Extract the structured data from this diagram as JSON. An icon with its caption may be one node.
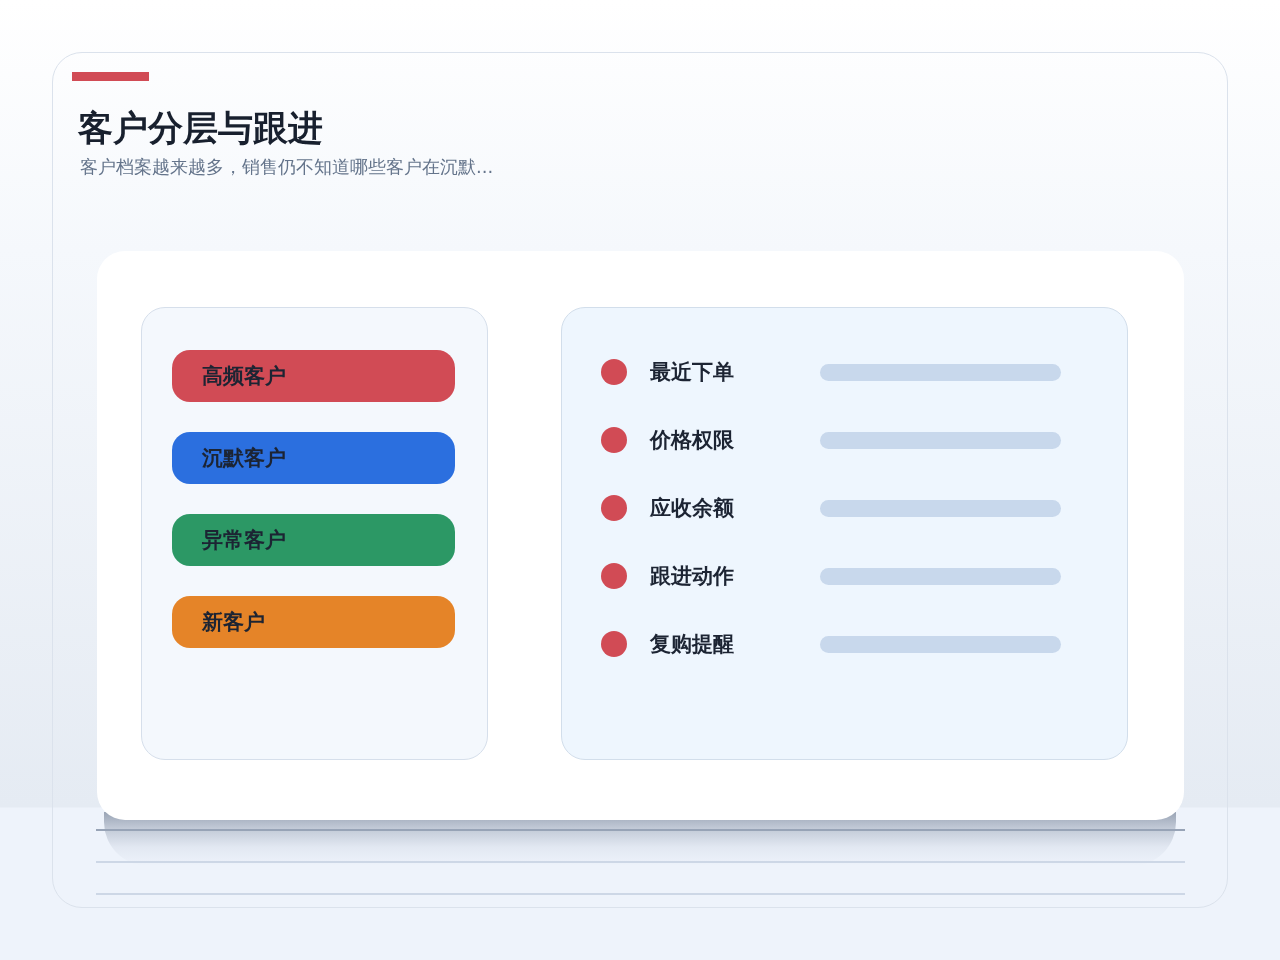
{
  "diagram": {
    "title": "客户分层与跟进",
    "nodes": [
      {
        "text": [],
        "shape": "box"
      },
      {
        "text": [],
        "shape": "box",
        "in": 0
      },
      {
        "text": [],
        "shape": "box",
        "in": 1
      },
      {
        "text": [
          "高频客户"
        ],
        "in": 2
      },
      {
        "text": [
          "沉默客户"
        ],
        "in": 2
      },
      {
        "text": [
          "异常客户"
        ],
        "in": 2
      },
      {
        "text": [
          "新客户"
        ],
        "in": 2
      },
      {
        "text": [
          "最近下单",
          "价格权限",
          "应收余额",
          "跟进动作",
          "复购提醒"
        ],
        "in": 1
      }
    ],
    "labels": [
      "客户档案越来越多，销售仍不知道哪些客户在沉默..."
    ]
  }
}
